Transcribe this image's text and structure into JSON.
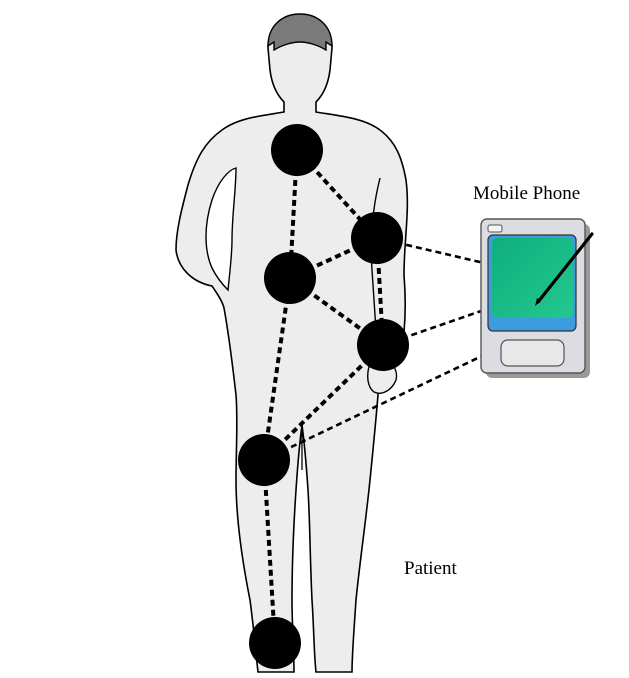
{
  "labels": {
    "mobile_phone": "Mobile Phone",
    "patient": "Patient"
  },
  "colors": {
    "body_fill": "#ededed",
    "hair": "#7a7a7a",
    "sensor": "#000000",
    "screen_green": "#13b883",
    "screen_blue": "#3d9be0",
    "phone_body": "#dcdde2"
  },
  "nodes": [
    {
      "id": "chest"
    },
    {
      "id": "right-waist"
    },
    {
      "id": "abdomen"
    },
    {
      "id": "right-hip"
    },
    {
      "id": "left-knee"
    },
    {
      "id": "left-ankle"
    }
  ],
  "body_links": [
    [
      "chest",
      "abdomen"
    ],
    [
      "chest",
      "right-waist"
    ],
    [
      "right-waist",
      "abdomen"
    ],
    [
      "right-waist",
      "right-hip"
    ],
    [
      "abdomen",
      "right-hip"
    ],
    [
      "abdomen",
      "left-knee"
    ],
    [
      "right-hip",
      "left-knee"
    ],
    [
      "left-knee",
      "left-ankle"
    ]
  ],
  "phone_links": [
    "right-waist",
    "right-hip",
    "left-knee"
  ]
}
